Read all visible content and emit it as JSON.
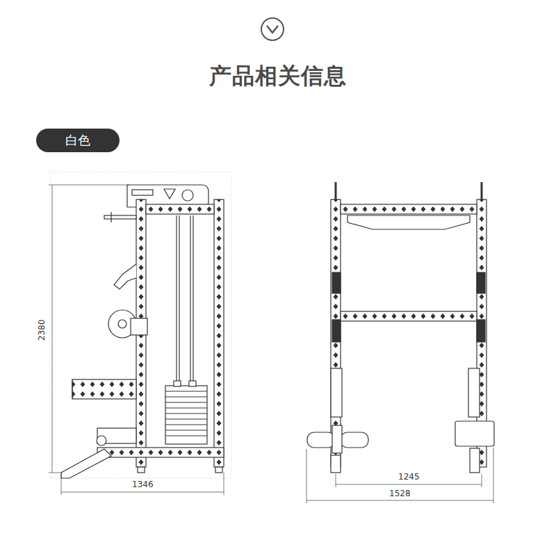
{
  "diagram": {
    "title": "产品相关信息",
    "nodes": [
      {
        "text": [
          "白色"
        ]
      }
    ],
    "labels": [
      "2380",
      "1346",
      "1245",
      "1528"
    ]
  }
}
